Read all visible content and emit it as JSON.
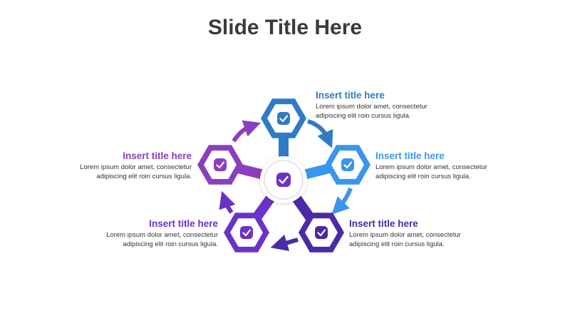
{
  "slide": {
    "title": "Slide Title Here"
  },
  "colors": {
    "top": "#2F7BC6",
    "right": "#3A95EE",
    "bottom_right": "#4A2AA8",
    "bottom_left": "#6A32C8",
    "left": "#8A3EC0"
  },
  "icons": {
    "node": "check-badge-icon",
    "hub": "check-badge-icon"
  },
  "items": [
    {
      "key": "top",
      "title": "Insert title here",
      "desc_line1": "Lorem ipsum dolor amet, consectetur",
      "desc_line2": "adipiscing elit roin cursus ligula."
    },
    {
      "key": "right",
      "title": "Insert title here",
      "desc_line1": "Lorem ipsum dolor amet, consectetur",
      "desc_line2": "adipiscing elit roin cursus ligula."
    },
    {
      "key": "bottom_right",
      "title": "Insert title here",
      "desc_line1": "Lorem ipsum dolor amet, consectetur",
      "desc_line2": "adipiscing elit roin cursus ligula."
    },
    {
      "key": "bottom_left",
      "title": "Insert title here",
      "desc_line1": "Lorem ipsum dolor amet, consectetur",
      "desc_line2": "adipiscing elit roin cursus ligula."
    },
    {
      "key": "left",
      "title": "Insert title here",
      "desc_line1": "Lorem ipsum dolor amet, consectetur",
      "desc_line2": "adipiscing elit roin cursus ligula."
    }
  ]
}
